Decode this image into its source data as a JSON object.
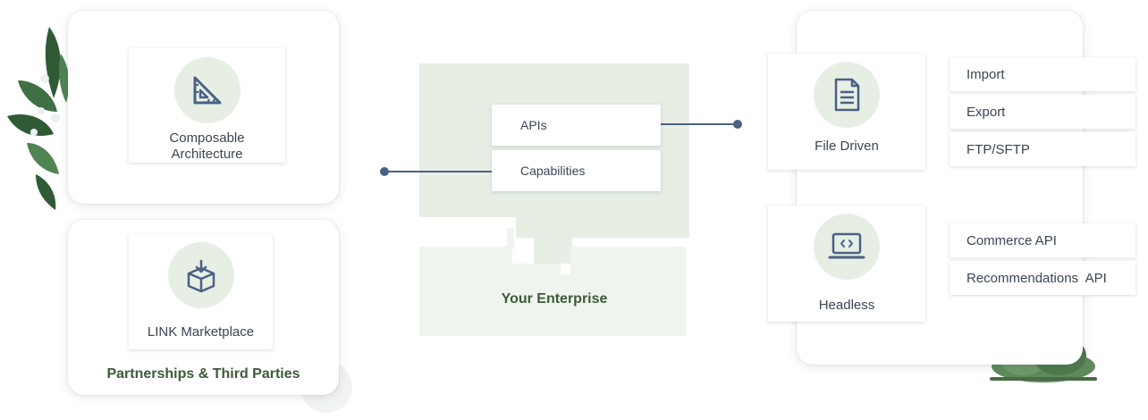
{
  "left": {
    "composable": {
      "label_line1": "Composable",
      "label_line2": "Architecture",
      "icon": "set-square-ruler-icon"
    },
    "link": {
      "label": "LINK Marketplace",
      "icon": "box-download-icon"
    },
    "partnerships_title": "Partnerships & Third Parties"
  },
  "center": {
    "apis_label": "APIs",
    "capabilities_label": "Capabilities",
    "enterprise_label": "Your Enterprise"
  },
  "right": {
    "file_driven": {
      "label": "File Driven",
      "icon": "document-icon"
    },
    "headless": {
      "label": "Headless",
      "icon": "laptop-code-icon"
    },
    "file_items": [
      "Import",
      "Export",
      "FTP/SFTP"
    ],
    "headless_items": [
      "Commerce API",
      "Recommendations  API"
    ]
  },
  "colors": {
    "accent_green": "#3d5a3a",
    "light_green": "#e7efe5",
    "connector": "#4a6085",
    "icon_blue": "#4a6085"
  }
}
